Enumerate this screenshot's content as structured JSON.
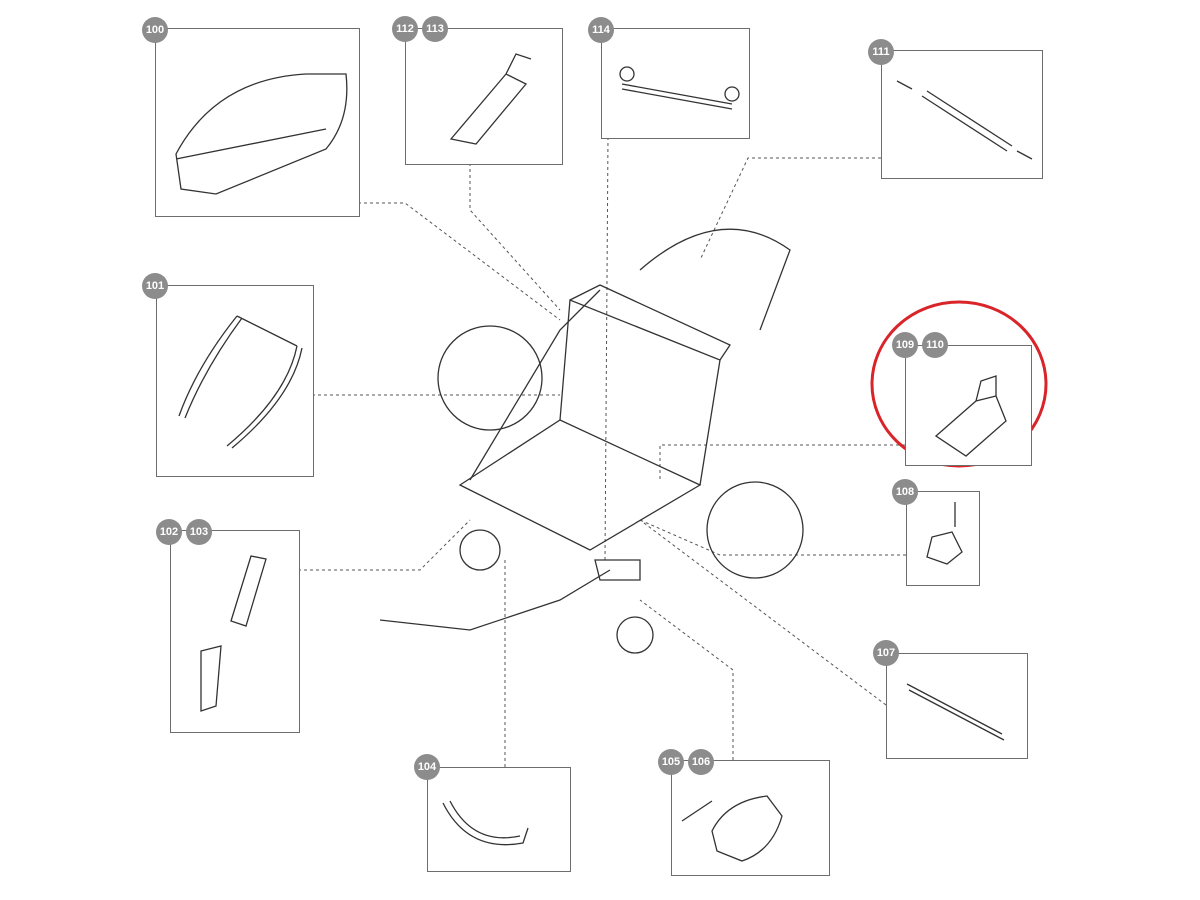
{
  "diagram": {
    "title": "Stroller exploded parts diagram",
    "highlight_color": "#d9252a",
    "badge_color": "#8c8c8c",
    "parts": [
      {
        "id": "p100",
        "labels": [
          "100"
        ]
      },
      {
        "id": "p112",
        "labels": [
          "112",
          "113"
        ]
      },
      {
        "id": "p114",
        "labels": [
          "114"
        ]
      },
      {
        "id": "p111",
        "labels": [
          "111"
        ]
      },
      {
        "id": "p101",
        "labels": [
          "101"
        ]
      },
      {
        "id": "p109",
        "labels": [
          "109",
          "110"
        ],
        "highlighted": true
      },
      {
        "id": "p108",
        "labels": [
          "108"
        ]
      },
      {
        "id": "p102",
        "labels": [
          "102",
          "103"
        ]
      },
      {
        "id": "p107",
        "labels": [
          "107"
        ]
      },
      {
        "id": "p104",
        "labels": [
          "104"
        ]
      },
      {
        "id": "p105",
        "labels": [
          "105",
          "106"
        ]
      }
    ]
  }
}
